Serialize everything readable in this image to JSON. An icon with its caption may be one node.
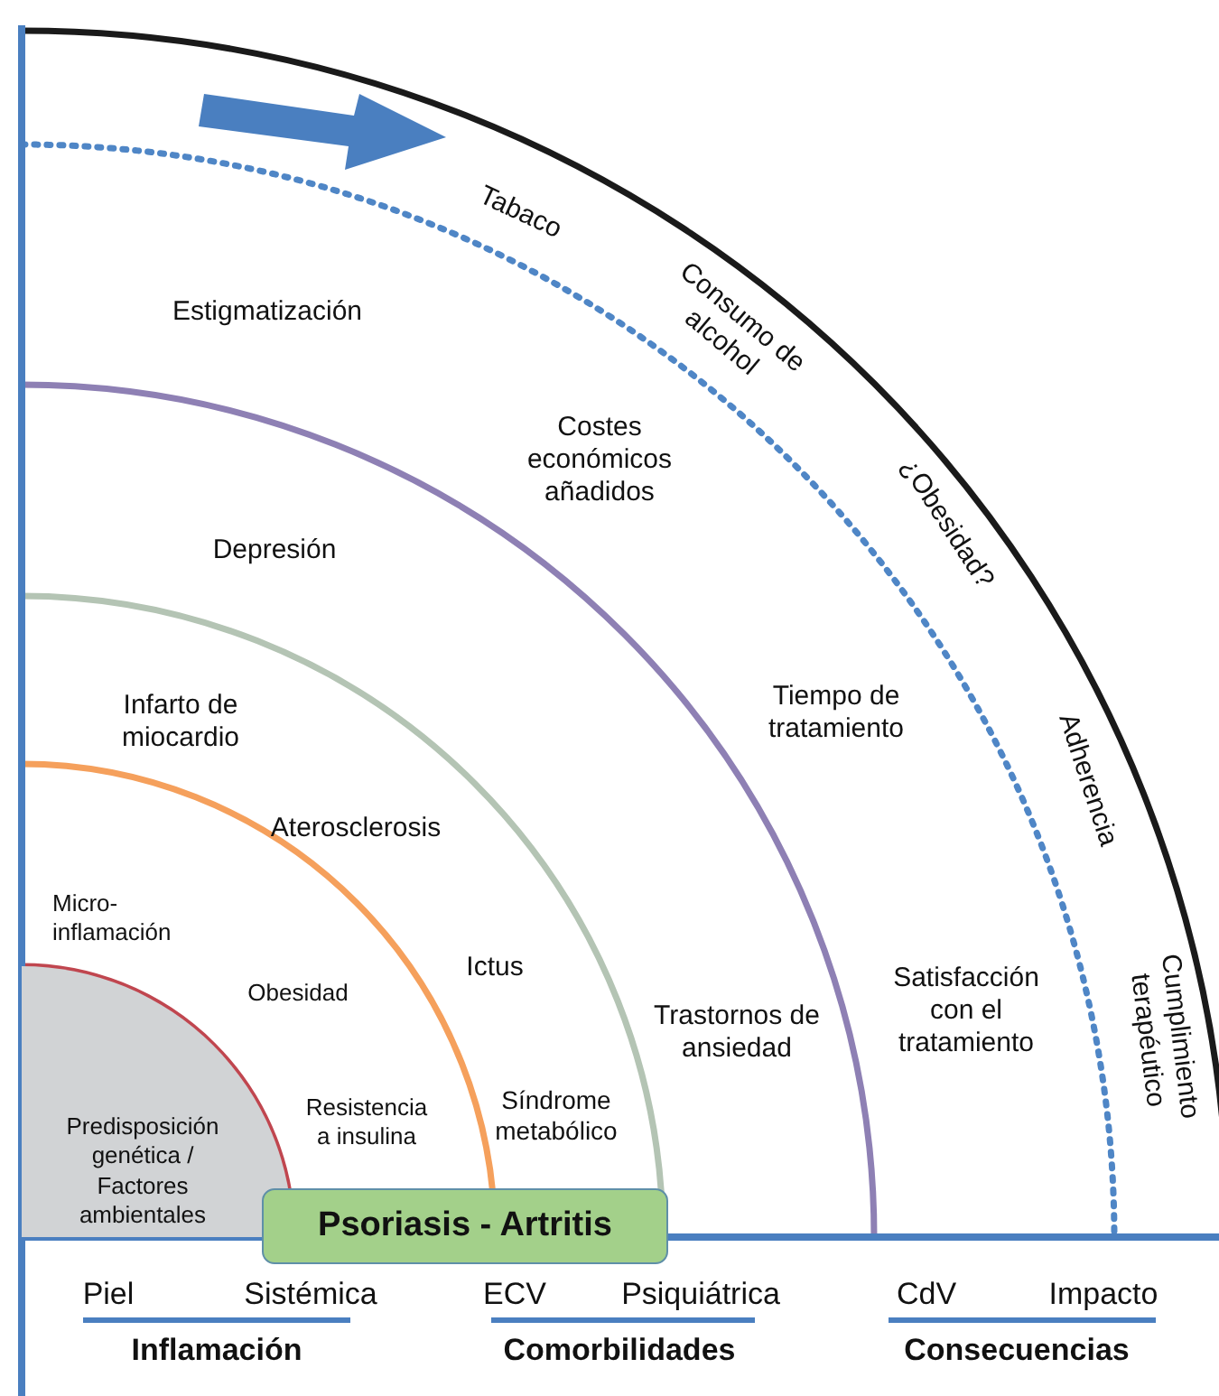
{
  "diagram": {
    "nodes": [
      {
        "text": [
          "Predisposición genética / Factores ambientales"
        ]
      },
      {
        "text": [
          "Psoriasis - Artritis"
        ]
      }
    ],
    "labels": [
      "Tabaco",
      "Estigmatización",
      "Consumo de alcohol",
      "Costes económicos añadidos",
      "Depresión",
      "¿Obesidad?",
      "Infarto de miocardio",
      "Tiempo de tratamiento",
      "Adherencia",
      "Aterosclerosis",
      "Micro-inflamación",
      "Ictus",
      "Obesidad",
      "Satisfacción con el tratamiento",
      "Trastornos de ansiedad",
      "Cumplimiento terapéutico",
      "Resistencia a insulina",
      "Síndrome metabólico",
      "Piel",
      "Sistémica",
      "ECV",
      "Psiquiátrica",
      "CdV",
      "Impacto",
      "Inflamación",
      "Comorbilidades",
      "Consecuencias"
    ]
  }
}
